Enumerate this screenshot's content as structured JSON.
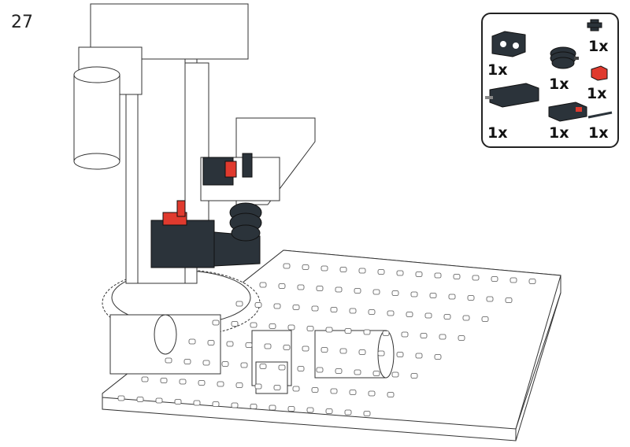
{
  "step": {
    "number": "27"
  },
  "parts": [
    {
      "icon": "motor-mount-block-icon",
      "qty": "1x"
    },
    {
      "icon": "small-connector-icon",
      "qty": "1x"
    },
    {
      "icon": "pulley-wheel-icon",
      "qty": "1x"
    },
    {
      "icon": "red-angle-block-icon",
      "qty": "1x"
    },
    {
      "icon": "mini-motor-icon",
      "qty": "1x"
    },
    {
      "icon": "switch-block-icon",
      "qty": "1x"
    },
    {
      "icon": "axle-icon",
      "qty": "1x"
    }
  ],
  "colors": {
    "dark_part": "#2b333a",
    "red_part": "#e03a2e",
    "outline": "#333333",
    "white_part": "#ffffff"
  }
}
